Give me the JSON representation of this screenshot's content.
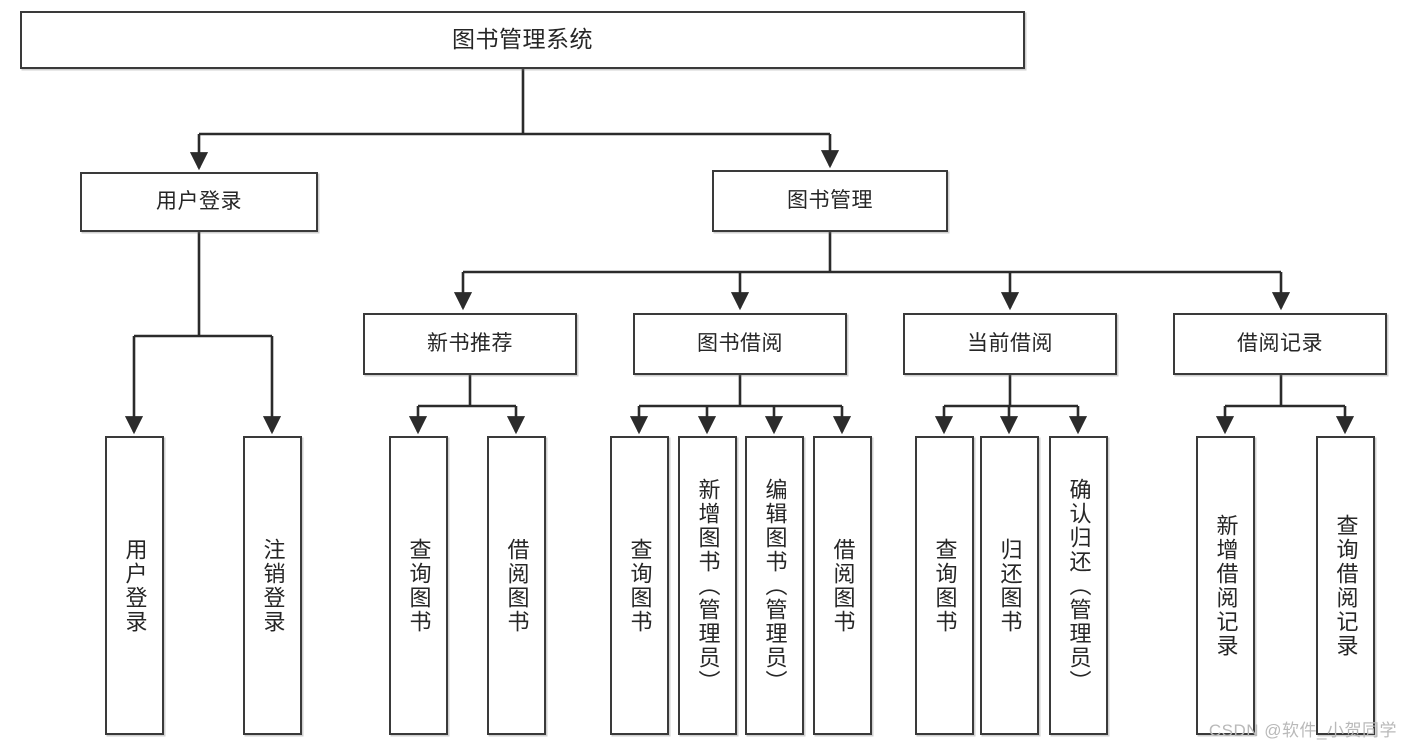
{
  "diagram": {
    "title": "图书管理系统",
    "watermark": "CSDN @软件_小贺同学",
    "colors": {
      "background": "#ffffff",
      "box_border": "#3a3a3a",
      "box_fill": "#ffffff",
      "edge": "#2b2b2b",
      "text": "#262626",
      "watermark": "#b9b9b9"
    },
    "nodes": {
      "root": {
        "label": "图书管理系统"
      },
      "level1": [
        {
          "label": "用户登录"
        },
        {
          "label": "图书管理"
        }
      ],
      "level2": [
        {
          "label": "新书推荐"
        },
        {
          "label": "图书借阅"
        },
        {
          "label": "当前借阅"
        },
        {
          "label": "借阅记录"
        }
      ],
      "leaves_user_login": [
        {
          "label": "用户登录"
        },
        {
          "label": "注销登录"
        }
      ],
      "leaves_new_book": [
        {
          "label": "查询图书"
        },
        {
          "label": "借阅图书"
        }
      ],
      "leaves_borrow": [
        {
          "label": "查询图书"
        },
        {
          "label": "新增图书（管理员）"
        },
        {
          "label": "编辑图书（管理员）"
        },
        {
          "label": "借阅图书"
        }
      ],
      "leaves_current": [
        {
          "label": "查询图书"
        },
        {
          "label": "归还图书"
        },
        {
          "label": "确认归还（管理员）"
        }
      ],
      "leaves_records": [
        {
          "label": "新增借阅记录"
        },
        {
          "label": "查询借阅记录"
        }
      ]
    }
  }
}
